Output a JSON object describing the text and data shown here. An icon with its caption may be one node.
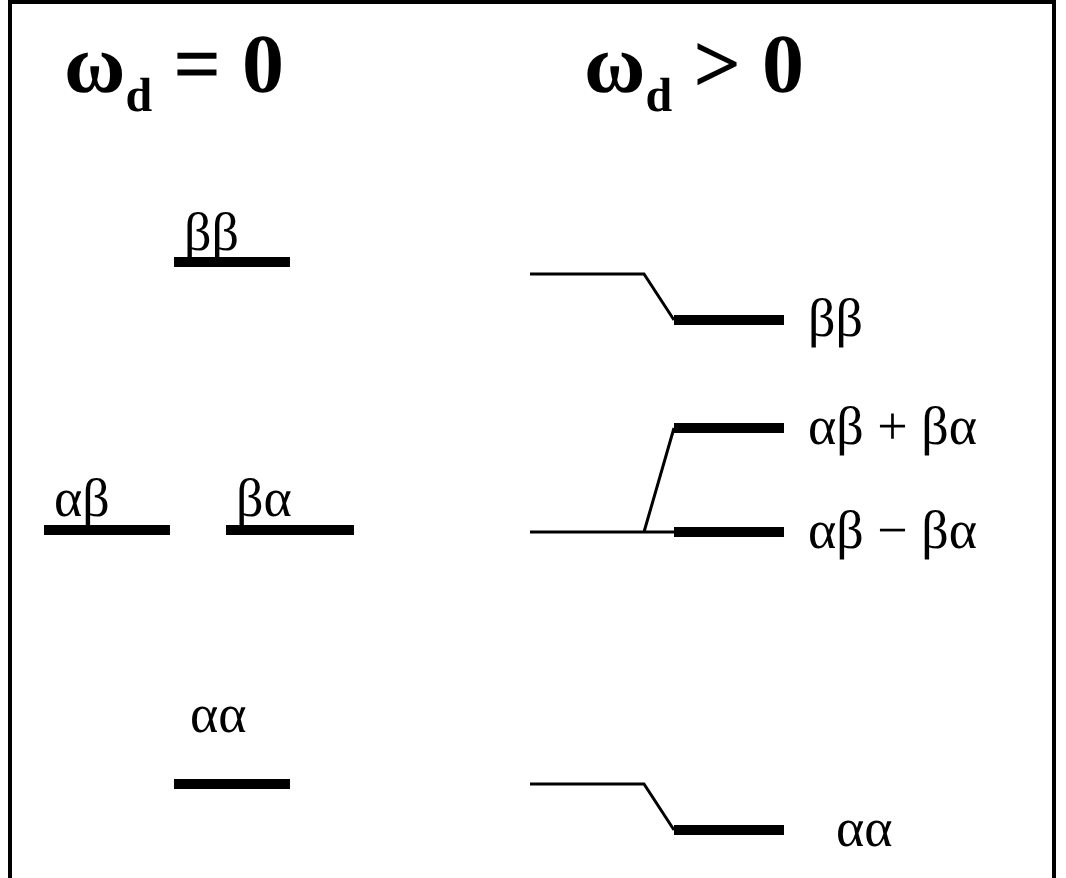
{
  "diagram": {
    "labels": [
      "ω$_{d}$ = 0",
      "ω$_{d}$ > 0",
      "ββ",
      "αβ",
      "βα",
      "αα",
      "ββ",
      "αβ + βα",
      "αβ − βα",
      "αα"
    ]
  }
}
